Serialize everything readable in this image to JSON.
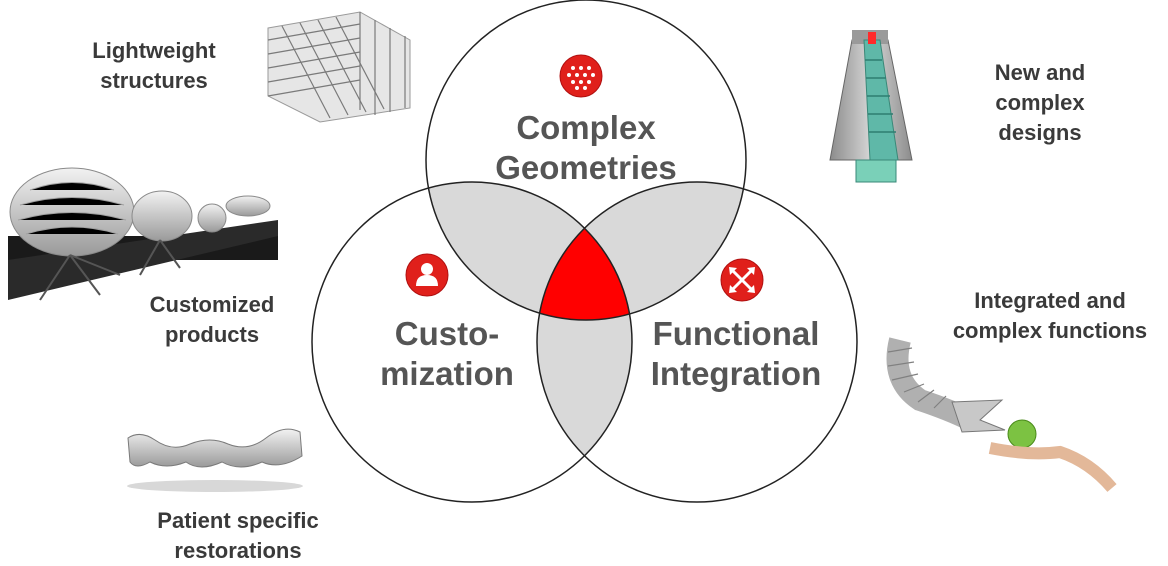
{
  "venn": {
    "circles": [
      {
        "title_lines": [
          "Complex",
          "Geometries"
        ],
        "icon": "lattice-icon"
      },
      {
        "title_lines": [
          "Custo-",
          "mization"
        ],
        "icon": "person-icon"
      },
      {
        "title_lines": [
          "Functional",
          "Integration"
        ],
        "icon": "integration-arrows-icon"
      }
    ],
    "colors": {
      "circle_stroke": "#222222",
      "pairwise_overlap": "#d9d9d9",
      "center_overlap": "#ff0000",
      "icon_badge": "#e0201b",
      "text": "#3a3a3a"
    }
  },
  "side_labels": {
    "lightweight": [
      "Lightweight",
      "structures"
    ],
    "new_designs": [
      "New and",
      "complex",
      "designs"
    ],
    "customized": [
      "Customized",
      "products"
    ],
    "integrated": [
      "Integrated and",
      "complex functions"
    ],
    "patient": [
      "Patient specific",
      "restorations"
    ]
  },
  "images": {
    "lattice_cube": "lattice-cube-image",
    "lamps": "lamp-products-image",
    "nozzle": "nozzle-cross-section-image",
    "gripper": "robotic-gripper-image",
    "dental": "dental-bridge-image"
  }
}
